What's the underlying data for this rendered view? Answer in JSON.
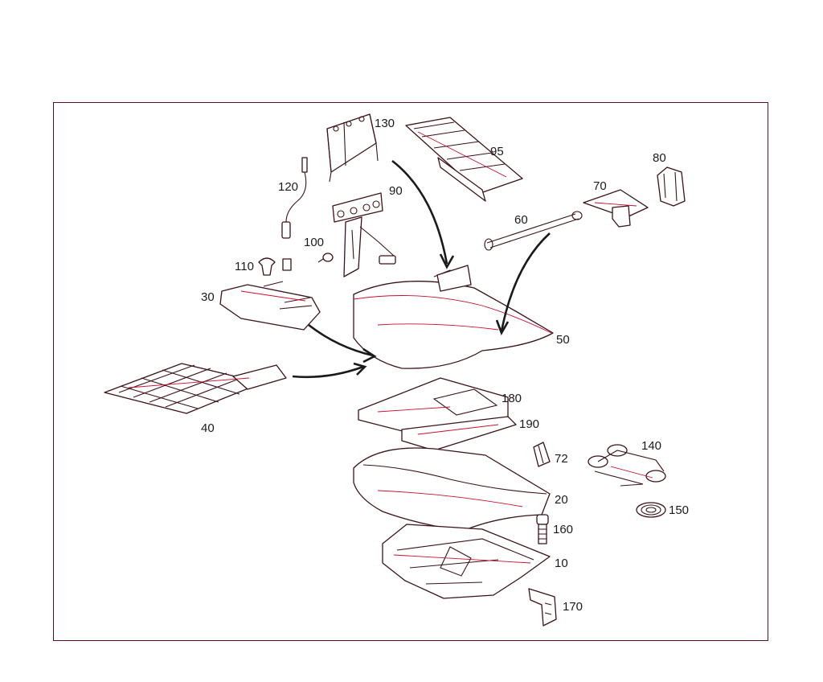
{
  "diagram": {
    "colors": {
      "line": "#3a1218",
      "accent": "#c8102e",
      "frame": "#5a1020"
    },
    "part_labels": [
      {
        "id": "130",
        "text": "130"
      },
      {
        "id": "95",
        "text": "95"
      },
      {
        "id": "80",
        "text": "80"
      },
      {
        "id": "70",
        "text": "70"
      },
      {
        "id": "120",
        "text": "120"
      },
      {
        "id": "90",
        "text": "90"
      },
      {
        "id": "60",
        "text": "60"
      },
      {
        "id": "100",
        "text": "100"
      },
      {
        "id": "110",
        "text": "110"
      },
      {
        "id": "30",
        "text": "30"
      },
      {
        "id": "50",
        "text": "50"
      },
      {
        "id": "40",
        "text": "40"
      },
      {
        "id": "180",
        "text": "180"
      },
      {
        "id": "190",
        "text": "190"
      },
      {
        "id": "140",
        "text": "140"
      },
      {
        "id": "72",
        "text": "72"
      },
      {
        "id": "20",
        "text": "20"
      },
      {
        "id": "150",
        "text": "150"
      },
      {
        "id": "160",
        "text": "160"
      },
      {
        "id": "10",
        "text": "10"
      },
      {
        "id": "170",
        "text": "170"
      }
    ]
  }
}
